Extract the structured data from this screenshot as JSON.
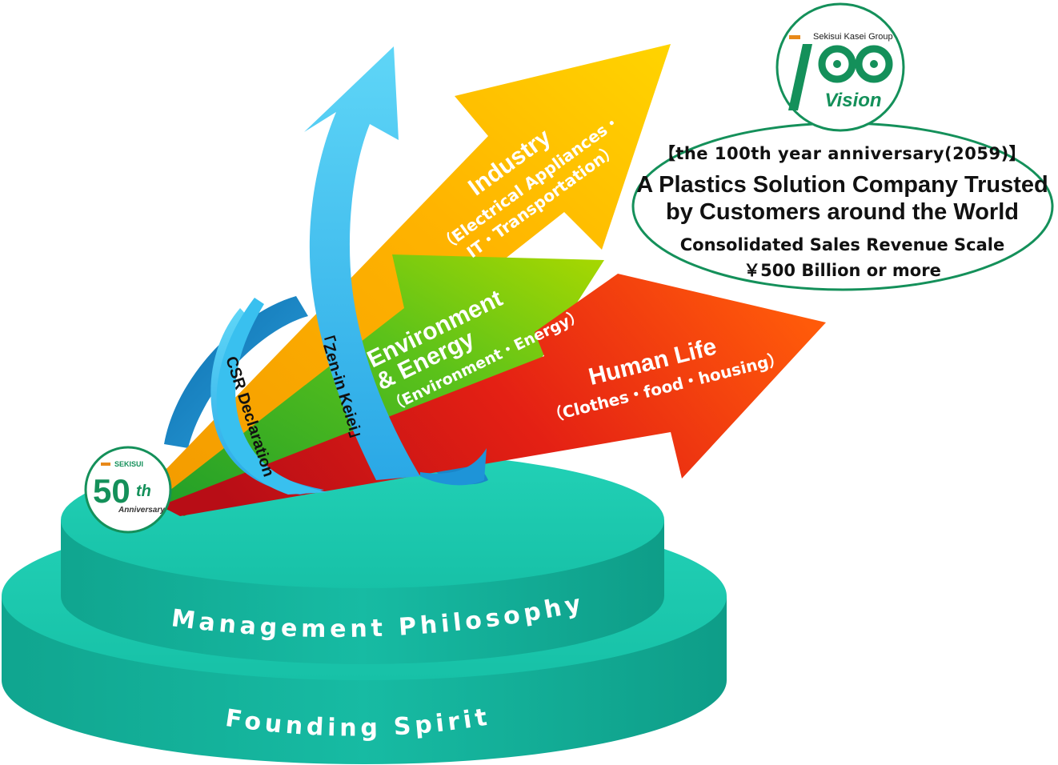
{
  "vision": {
    "brand_small": "Sekisui Kasei Group",
    "logo_number": "100",
    "logo_word": "Vision",
    "anniversary_line": "【the 100th year anniversary(2059)】",
    "statement_line1": "A Plastics Solution Company Trusted",
    "statement_line2": "by Customers around the World",
    "sales_line1": "Consolidated Sales Revenue Scale",
    "sales_line2": "￥500 Billion or more"
  },
  "badge50": {
    "brand": "SEKISUI",
    "number": "50",
    "suffix": "th",
    "word": "Anniversary"
  },
  "arrows": {
    "industry": {
      "title": "Industry",
      "sub1": "（Electrical Appliances・",
      "sub2": "IT・Transportation）"
    },
    "environment": {
      "title1": "Environment",
      "title2": "& Energy",
      "sub": "（Environment・Energy）"
    },
    "human": {
      "title": "Human Life",
      "sub": "（Clothes・food・housing）"
    }
  },
  "ribbons": {
    "csr": "CSR Declaration",
    "zenin": "「Zen-in Keiei」"
  },
  "pedestal": {
    "upper": "Management Philosophy",
    "lower": "Founding Spirit"
  },
  "colors": {
    "teal": "#17c2aa",
    "green_brand": "#14905a",
    "industry": "#ffb100",
    "environment": "#58c01a",
    "human": "#e21d13",
    "ribbon": "#32b8ec"
  }
}
